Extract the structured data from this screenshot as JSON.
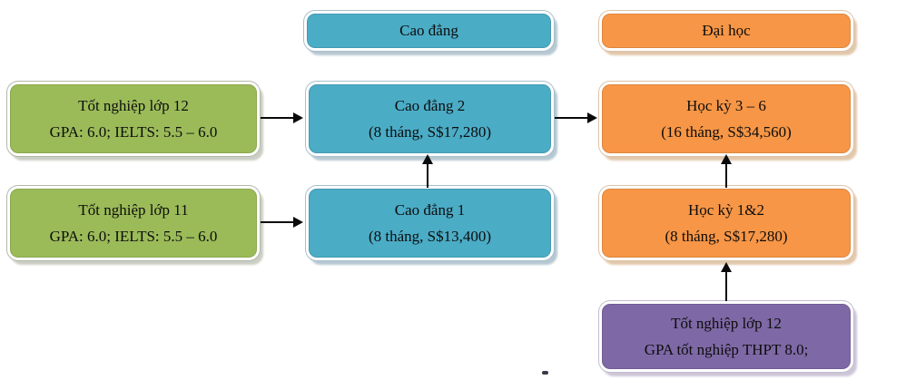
{
  "diagram": {
    "title_columns": {
      "cao_dang": "Cao đẳng",
      "dai_hoc": "Đại học"
    },
    "nodes": {
      "grad12": {
        "line1": "Tốt nghiệp lớp 12",
        "line2": "GPA: 6.0; IELTS: 5.5 – 6.0"
      },
      "grad11": {
        "line1": "Tốt nghiệp lớp 11",
        "line2": "GPA: 6.0; IELTS: 5.5 – 6.0"
      },
      "cao_dang_2": {
        "line1": "Cao đẳng 2",
        "line2": "(8 tháng, S$17,280)"
      },
      "cao_dang_1": {
        "line1": "Cao đẳng 1",
        "line2": "(8 tháng, S$13,400)"
      },
      "hoc_ky_3_6": {
        "line1": "Học kỳ 3 – 6",
        "line2": "(16 tháng, S$34,560)"
      },
      "hoc_ky_1_2": {
        "line1": "Học kỳ 1&2",
        "line2": "(8 tháng, S$17,280)"
      },
      "grad12_thpt": {
        "line1": "Tốt nghiệp lớp 12",
        "line2": "GPA tốt nghiệp THPT 8.0;"
      }
    },
    "arrows": [
      {
        "from": "grad12",
        "to": "cao_dang_2",
        "direction": "right"
      },
      {
        "from": "grad11",
        "to": "cao_dang_1",
        "direction": "right"
      },
      {
        "from": "cao_dang_2",
        "to": "hoc_ky_3_6",
        "direction": "right"
      },
      {
        "from": "cao_dang_1",
        "to": "cao_dang_2",
        "direction": "up"
      },
      {
        "from": "hoc_ky_1_2",
        "to": "hoc_ky_3_6",
        "direction": "up"
      },
      {
        "from": "grad12_thpt",
        "to": "hoc_ky_1_2",
        "direction": "up"
      }
    ],
    "colors": {
      "green": "#9bbb59",
      "blue": "#4bacc6",
      "orange": "#f79646",
      "purple": "#7e68a5",
      "arrow": "#0a0a0a",
      "background": "#ffffff"
    }
  }
}
